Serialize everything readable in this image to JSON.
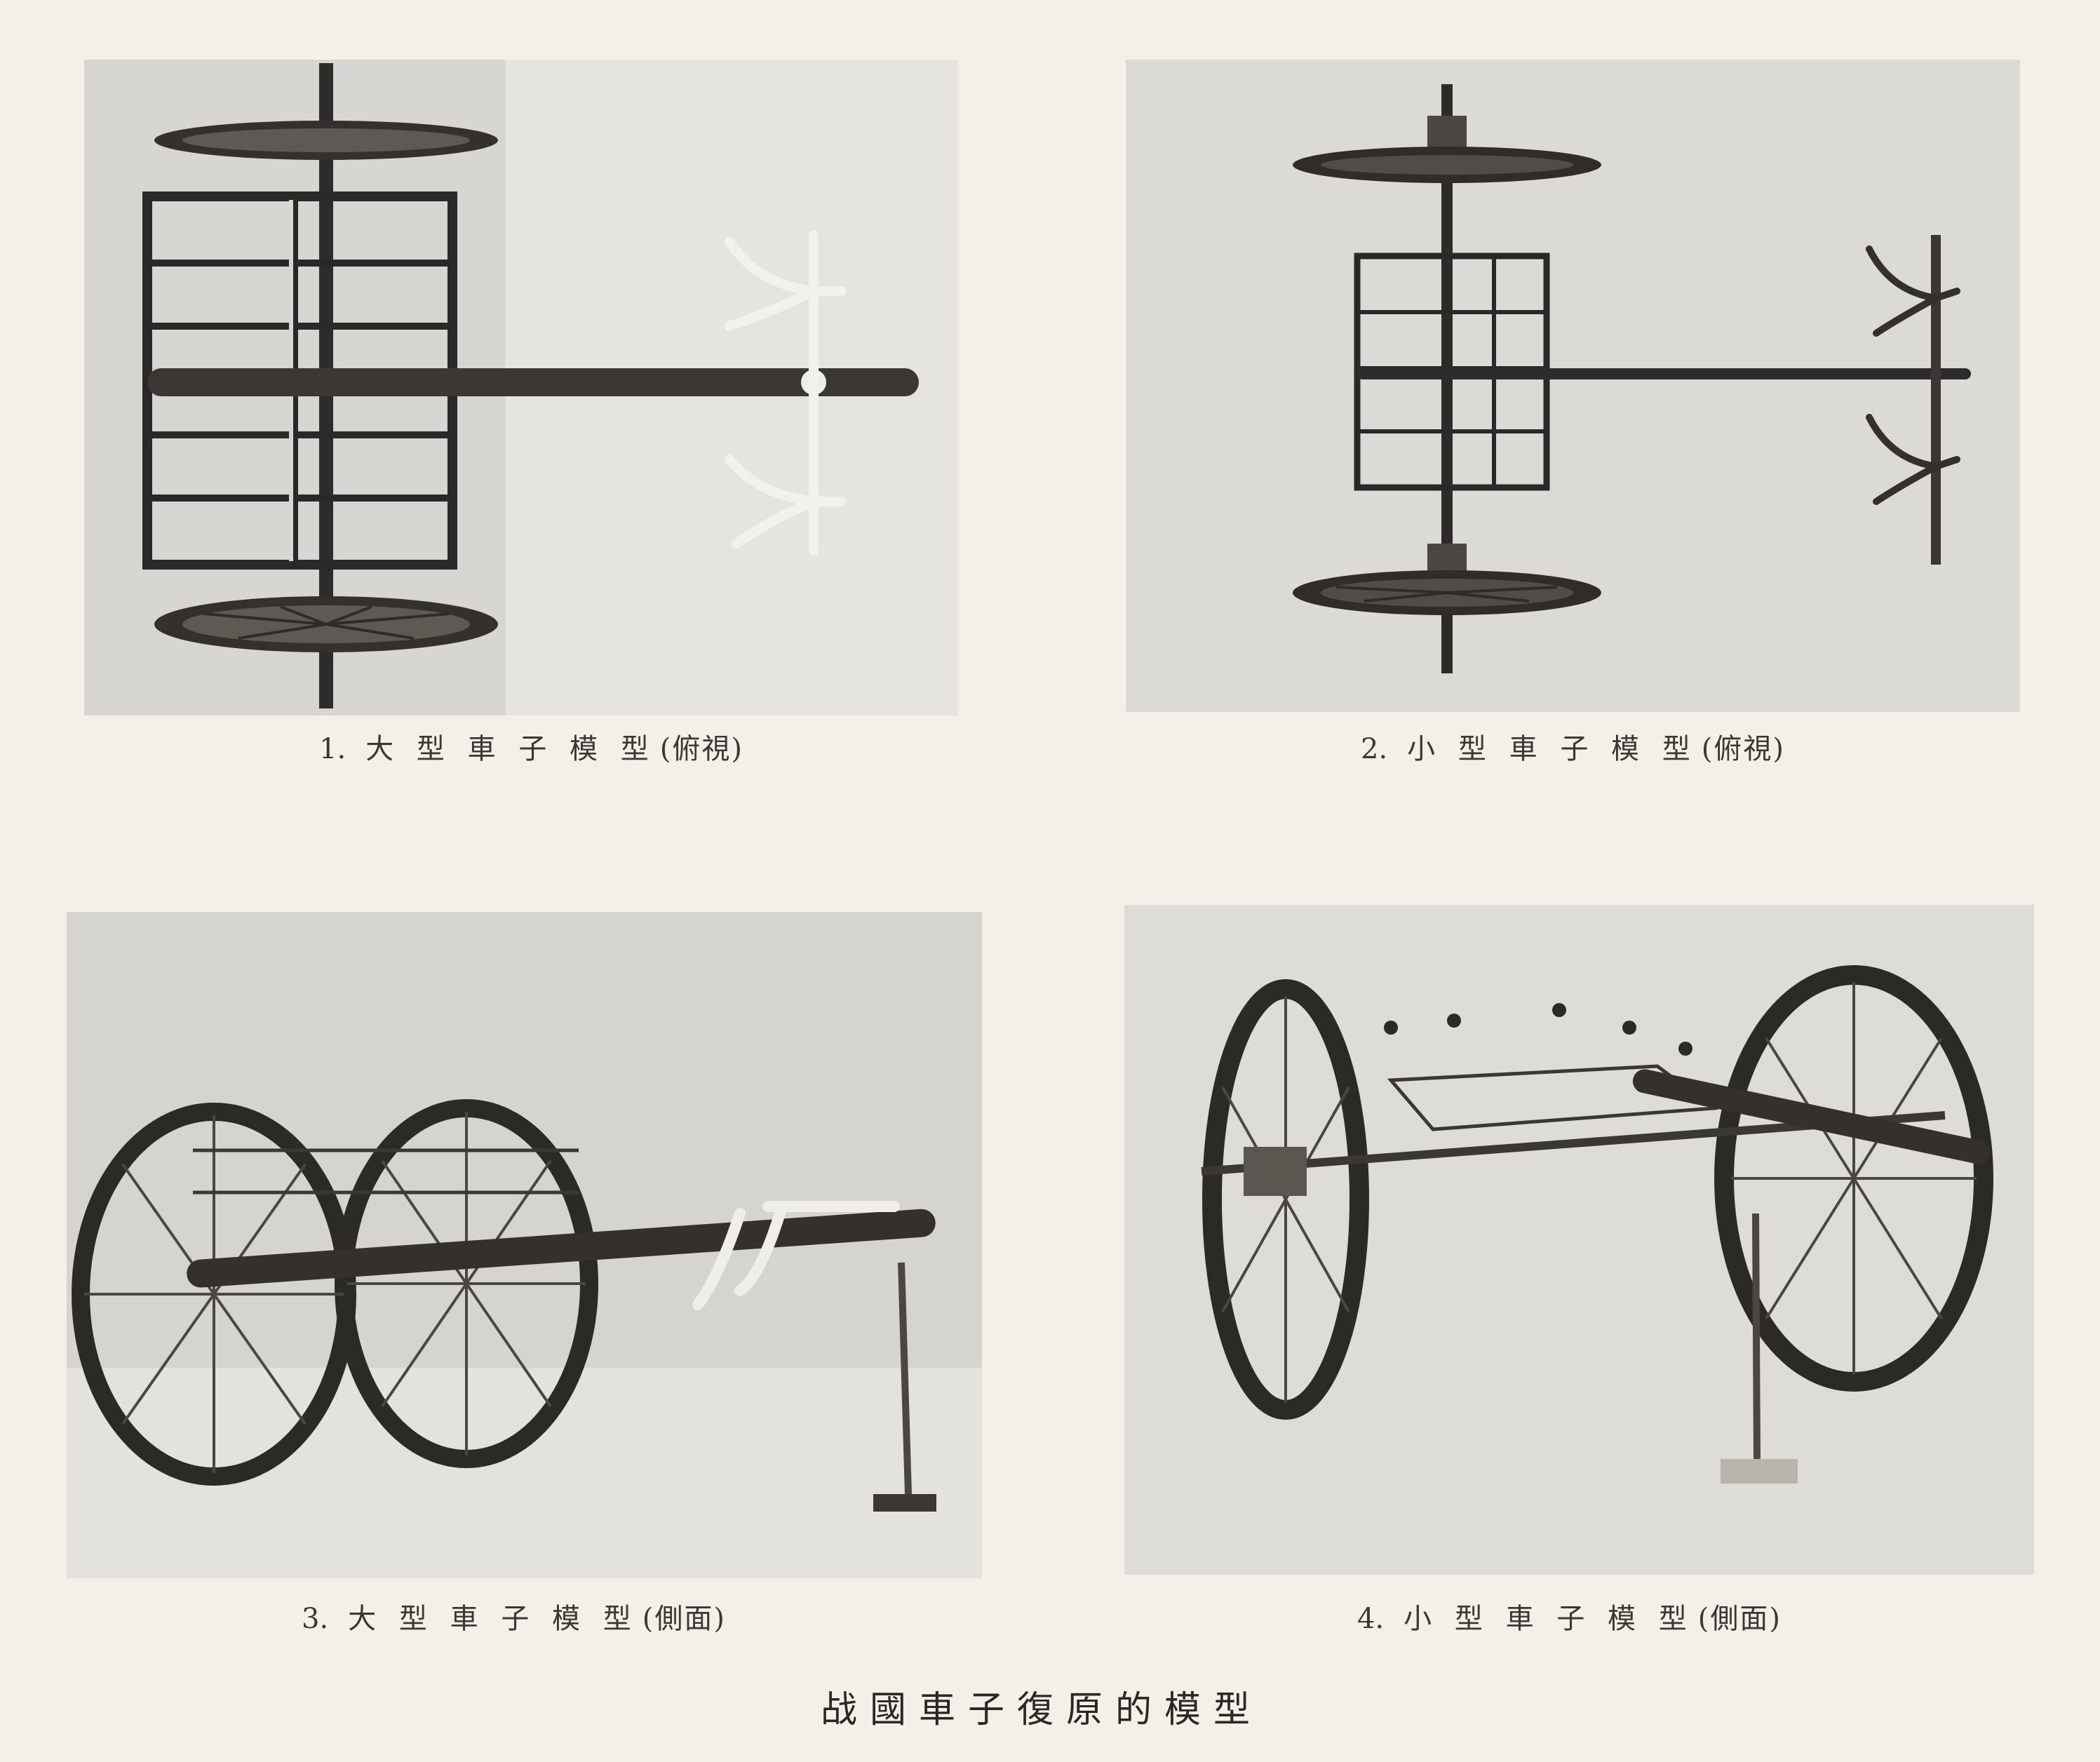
{
  "page_title": "战國車子復原的模型",
  "figures": [
    {
      "number": "1.",
      "title": "大 型 車 子 模 型",
      "view": "(俯視)"
    },
    {
      "number": "2.",
      "title": "小 型 車 子 模 型",
      "view": "(俯視)"
    },
    {
      "number": "3.",
      "title": "大 型 車 子 模 型",
      "view": "(側面)"
    },
    {
      "number": "4.",
      "title": "小 型 車 子 模 型",
      "view": "(側面)"
    }
  ]
}
